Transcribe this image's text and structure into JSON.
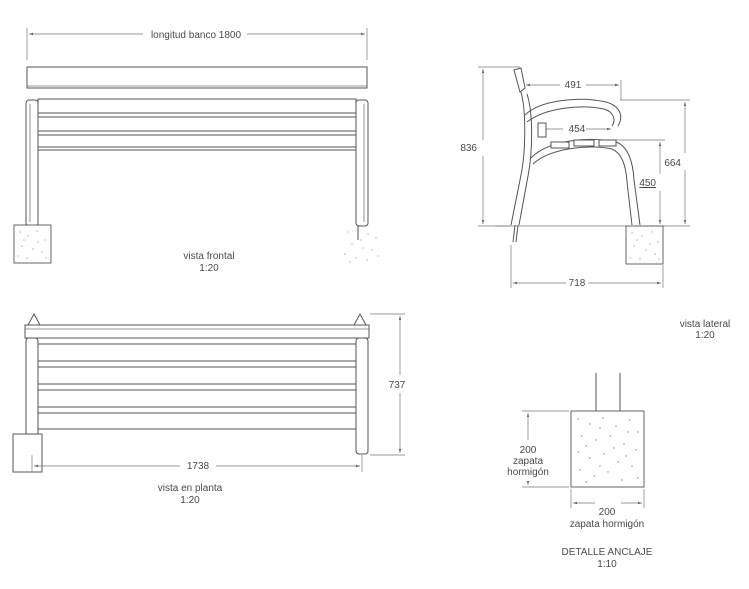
{
  "front_view": {
    "length_label": "longitud banco  1800",
    "title": "vista frontal",
    "scale": "1:20"
  },
  "side_view": {
    "dim_491": "491",
    "dim_454": "454",
    "dim_836": "836",
    "dim_664": "664",
    "dim_450": "450",
    "dim_718": "718",
    "title": "vista lateral",
    "scale": "1:20"
  },
  "plan_view": {
    "dim_1738": "1738",
    "dim_737": "737",
    "title": "vista en planta",
    "scale": "1:20"
  },
  "anchor_detail": {
    "height_value": "200",
    "height_line1": "zapata",
    "height_line2": "hormigón",
    "width_value": "200",
    "width_line": "zapata hormigón",
    "title": "DETALLE ANCLAJE",
    "scale": "1:10"
  }
}
